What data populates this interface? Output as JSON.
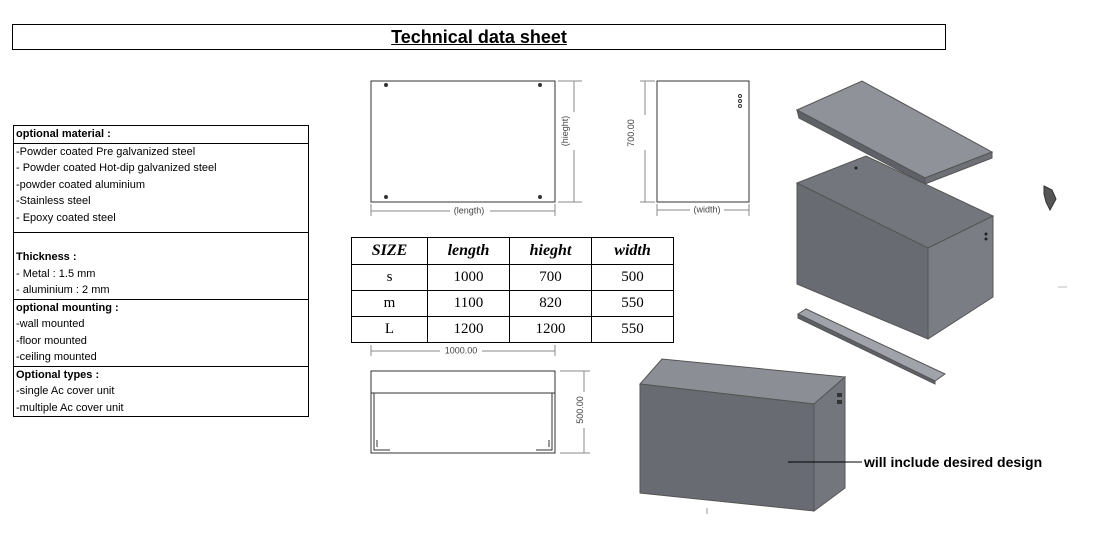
{
  "title": "Technical data sheet",
  "sections": {
    "material": {
      "heading": "optional material :",
      "items": [
        "-Powder coated Pre galvanized steel",
        "- Powder coated Hot-dip galvanized steel",
        "-powder coated aluminium",
        "-Stainless steel",
        "- Epoxy coated steel"
      ]
    },
    "thickness": {
      "heading": "Thickness :",
      "items": [
        "- Metal : 1.5 mm",
        "- aluminium : 2 mm"
      ]
    },
    "mounting": {
      "heading": "optional mounting :",
      "items": [
        "-wall mounted",
        "-floor mounted",
        "-ceiling mounted"
      ]
    },
    "types": {
      "heading": "Optional types :",
      "items": [
        "-single Ac cover unit",
        "-multiple Ac cover unit"
      ]
    }
  },
  "size_table": {
    "headers": [
      "SIZE",
      "length",
      "hieght",
      "width"
    ],
    "rows": [
      [
        "s",
        "1000",
        "700",
        "500"
      ],
      [
        "m",
        "1100",
        "820",
        "550"
      ],
      [
        "L",
        "1200",
        "1200",
        "550"
      ]
    ]
  },
  "drawing_labels": {
    "length": "(length)",
    "height": "(hieght)",
    "width": "(width)",
    "side_height": "700.00",
    "top_width": "1000.00",
    "top_height": "500.00"
  },
  "callout": "will include desired design"
}
